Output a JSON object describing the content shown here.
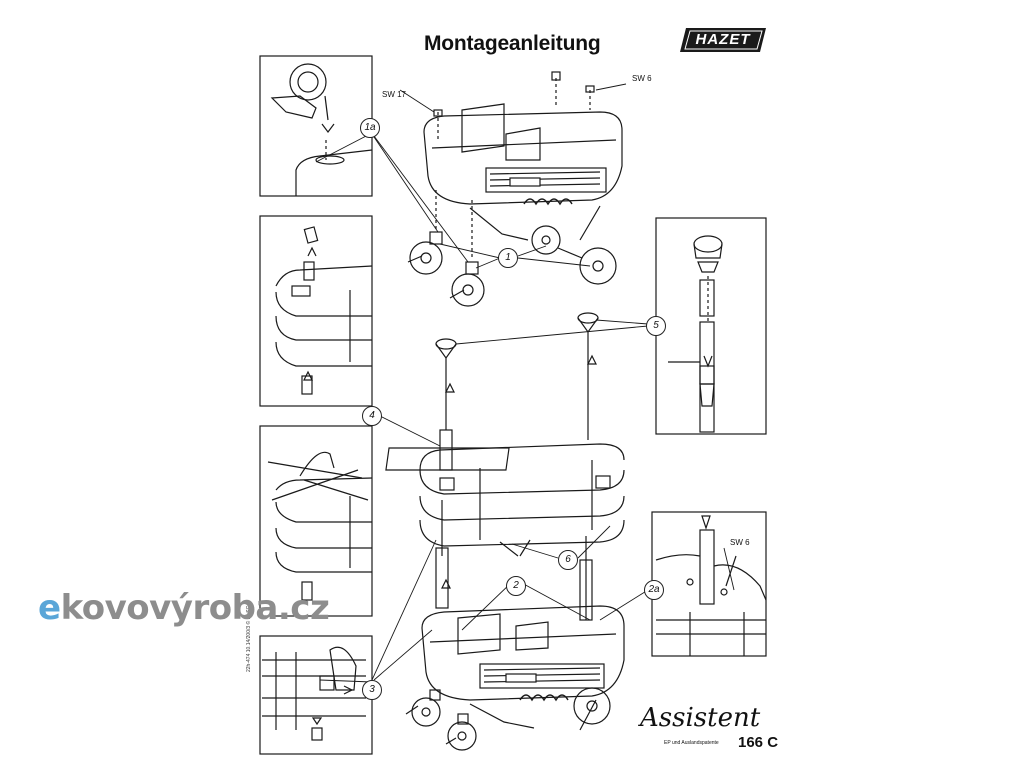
{
  "document": {
    "title": "Montageanleitung",
    "brand_logo": "HAZET",
    "product_name": "Assistent",
    "model_number": "166 C",
    "patent_note": "EP und Auslandspatente",
    "side_print": "22h-474 10.14/200/3 © by SC"
  },
  "labels": {
    "sw17": "SW 17",
    "sw6_top": "SW 6",
    "sw6_detail": "SW 6"
  },
  "callouts": {
    "c1a": "1a",
    "c1": "1",
    "c5": "5",
    "c4": "4",
    "c6": "6",
    "c2": "2",
    "c2a": "2a",
    "c3": "3"
  },
  "watermark": {
    "first_letter": "e",
    "rest": "kovovýroba.cz"
  },
  "colors": {
    "line": "#1a1a1a",
    "watermark_blue": "#5aa6d8",
    "watermark_gray": "#8d8d8d",
    "logo_bg": "#1a1a1a"
  }
}
